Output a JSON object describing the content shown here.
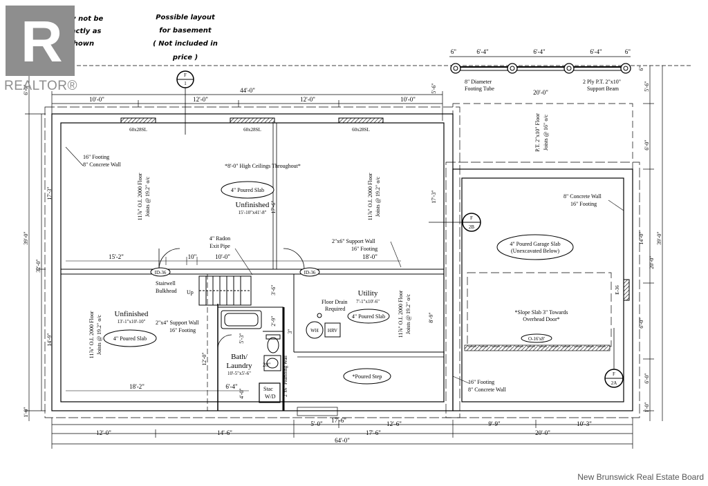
{
  "logo": {
    "letter": "R",
    "text": "REALTOR®"
  },
  "notes": {
    "disclaimer": [
      "May not be",
      "exactly as",
      "shown"
    ],
    "layout": [
      "Possible layout",
      "for basement",
      "( Not included in",
      "price )"
    ]
  },
  "section_markers": {
    "top": [
      "F",
      "1"
    ],
    "b": [
      "F",
      "2B"
    ],
    "a": [
      "F",
      "2A"
    ]
  },
  "top_dims": {
    "overall": "44'-0\"",
    "seg1": "10'-0\"",
    "seg2": "12'-0\"",
    "seg3": "12'-0\"",
    "seg4": "10'-0\"",
    "garage": [
      "6\"",
      "6'-4\"",
      "6'-4\"",
      "6'-4\"",
      "6\""
    ],
    "garage_overall": "20'-0\""
  },
  "left_dims": {
    "total": "39'-0\"",
    "inner": "32'-0\"",
    "upper": "17'-3\"",
    "lower": "14'-9\"",
    "top": "6'-0\"",
    "bottom": "1'-0\""
  },
  "right_dims": {
    "total": "39'-0\"",
    "inner": "20'-0\"",
    "a": "5'-6\"",
    "b": "6'-0\"",
    "c": "14'-0\"",
    "d": "6'-0\"",
    "e": "6'-0\"",
    "f": "1'-0\"",
    "g": "6\"",
    "h": "5'-6\""
  },
  "bottom_dims": {
    "a": "12'-0\"",
    "b": "14'-6\"",
    "c": "17'-6\"",
    "d": "20'-0\"",
    "e": "5'-0\"",
    "f": "12'-6\"",
    "g": "9'-9\"",
    "h": "10'-3\"",
    "overall": "64'-0\""
  },
  "windows": [
    "60x28SL",
    "60x28SL",
    "60x28SL"
  ],
  "labels": {
    "footing_note": [
      "16\" Footing",
      "8\" Concrete Wall"
    ],
    "ceiling": "*8'-0\" High Ceilings Throughout*",
    "slab_main": "4\" Poured Slab",
    "unfinished_main": "Unfinished",
    "unfinished_main_size": "15'-10\"x41'-8\"",
    "floor_joists": [
      "11⅞\" O.I. 2000 Floor",
      "Joists @ 19.2\" o/c"
    ],
    "radon": [
      "4\" Radon",
      "Exit Pipe"
    ],
    "support_wall_top": [
      "2\"x6\" Support Wall",
      "16\" Footing"
    ],
    "dim_15_2": "15'-2\"",
    "dim_10": "10\"",
    "dim_10_0": "10'-0\"",
    "dim_18_0": "18'-0\"",
    "dim_17_6": "17'-6\"",
    "dim_3_6": "3'-6\"",
    "door_top": "ID-36",
    "door_mid": "ID-36",
    "stairwell": [
      "Stairwell",
      "Bulkhead"
    ],
    "up": "Up",
    "utility": "Utility",
    "utility_size": "7'-1\"x10'-6\"",
    "utility_slab": "4\" Poured Slab",
    "floor_drain": [
      "Floor Drain",
      "Required"
    ],
    "wh": "WH",
    "hrv": "HRV",
    "unfinished_left": "Unfinished",
    "unfinished_left_size": "13'-1\"x10'-10\"",
    "slab_left": "4\" Poured Slab",
    "support_wall_left": [
      "2\"x4\" Support Wall",
      "16\" Footing"
    ],
    "dim_12_0": "12'-0\"",
    "dim_18_2": "18'-2\"",
    "dim_6_4": "6'-4\"",
    "dim_4_0": "4'-0\"",
    "dim_2_9": "2'-9\"",
    "dim_5_3": "5'-3\"",
    "dim_3": "3\"",
    "dim_8_9": "8'-9\"",
    "bath": [
      "Bath/",
      "Laundry"
    ],
    "bath_size": "10'-5\"x5'-6\"",
    "door_28": "28\"",
    "stac": [
      "Stac",
      "W/D"
    ],
    "plumbing": "2\"x6\" Plumbing Wall",
    "poured_step": "*Poured Step",
    "footing_bottom": [
      "16\" Footing",
      "8\" Concrete Wall"
    ],
    "footing_tube": [
      "8\" Diameter",
      "Footing Tube"
    ],
    "beam": [
      "2 Ply P.T. 2\"x10\"",
      "Support Beam"
    ],
    "pt_joists": [
      "P.T. 2\"x10\" Floor",
      "Joists @ 16\" o/c"
    ],
    "garage_wall": [
      "8\" Concrete Wall",
      "16\" Footing"
    ],
    "garage_slab": [
      "4\" Poured Garage Slab",
      "(Unexcavated Below)"
    ],
    "slope": [
      "*Slope Slab 3\" Towards",
      "Overhead Door*"
    ],
    "overhead": "O-16'x8'",
    "side_door": "E-36"
  },
  "footer": "New Brunswick Real Estate Board"
}
